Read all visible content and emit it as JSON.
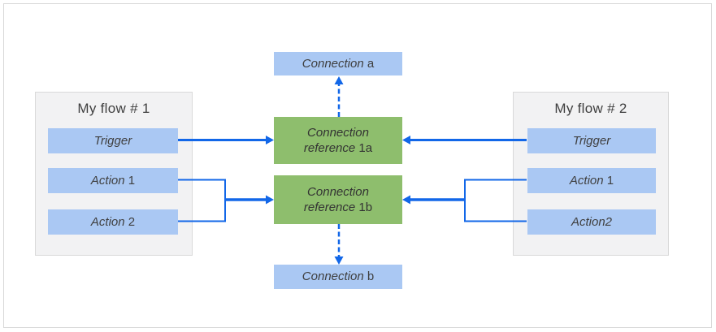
{
  "diagram": {
    "flow1": {
      "title": "My flow # 1",
      "items": [
        {
          "italic": "Trigger",
          "plain": ""
        },
        {
          "italic": "Action",
          "plain": " 1"
        },
        {
          "italic": "Action",
          "plain": " 2"
        }
      ]
    },
    "flow2": {
      "title": "My flow # 2",
      "items": [
        {
          "italic": "Trigger",
          "plain": ""
        },
        {
          "italic": "Action",
          "plain": " 1"
        },
        {
          "italic": "Action2",
          "plain": ""
        }
      ]
    },
    "connection_a": {
      "italic": "Connection",
      "plain": " a"
    },
    "connection_b": {
      "italic": "Connection",
      "plain": " b"
    },
    "ref_1a": {
      "line1_italic": "Connection",
      "line2_italic": "reference",
      "line2_plain": " 1a"
    },
    "ref_1b": {
      "line1_italic": "Connection",
      "line2_italic": "reference",
      "line2_plain": " 1b"
    },
    "colors": {
      "item_box_blue": "#aac8f3",
      "reference_box_green": "#8ebe6d",
      "container_fill": "#f2f2f3",
      "container_border": "#d9d9d9",
      "arrow_blue": "#1267e8",
      "text": "#3f3f3f"
    }
  }
}
